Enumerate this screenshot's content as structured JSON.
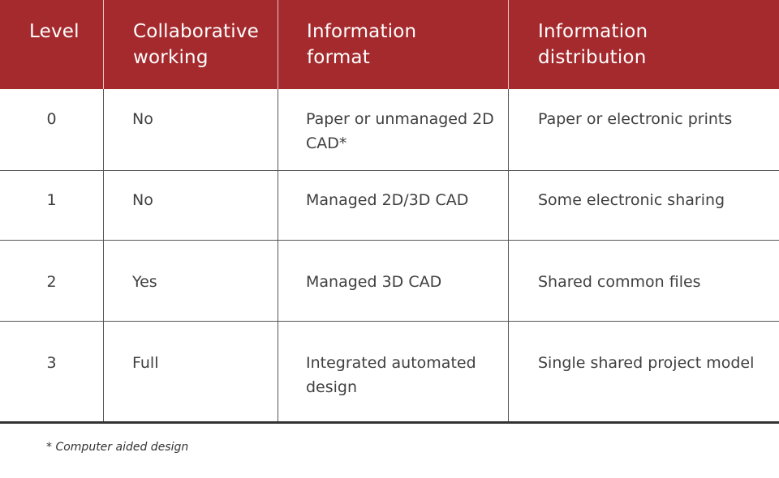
{
  "table": {
    "headers": [
      "Level",
      "Collaborative\nworking",
      "Information\nformat",
      "Information\ndistribution"
    ],
    "rows": [
      [
        "0",
        "No",
        "Paper or unmanaged 2D CAD*",
        "Paper or electronic prints"
      ],
      [
        "1",
        "No",
        "Managed 2D/3D CAD",
        "Some electronic sharing"
      ],
      [
        "2",
        "Yes",
        "Managed 3D CAD",
        "Shared common files"
      ],
      [
        "3",
        "Full",
        "Integrated automated design",
        "Single shared project model"
      ]
    ]
  },
  "footnote": "* Computer aided design",
  "colors": {
    "header_background": "#a52a2d",
    "header_text": "#ffffff",
    "body_text": "#404040",
    "rule": "#333333"
  }
}
